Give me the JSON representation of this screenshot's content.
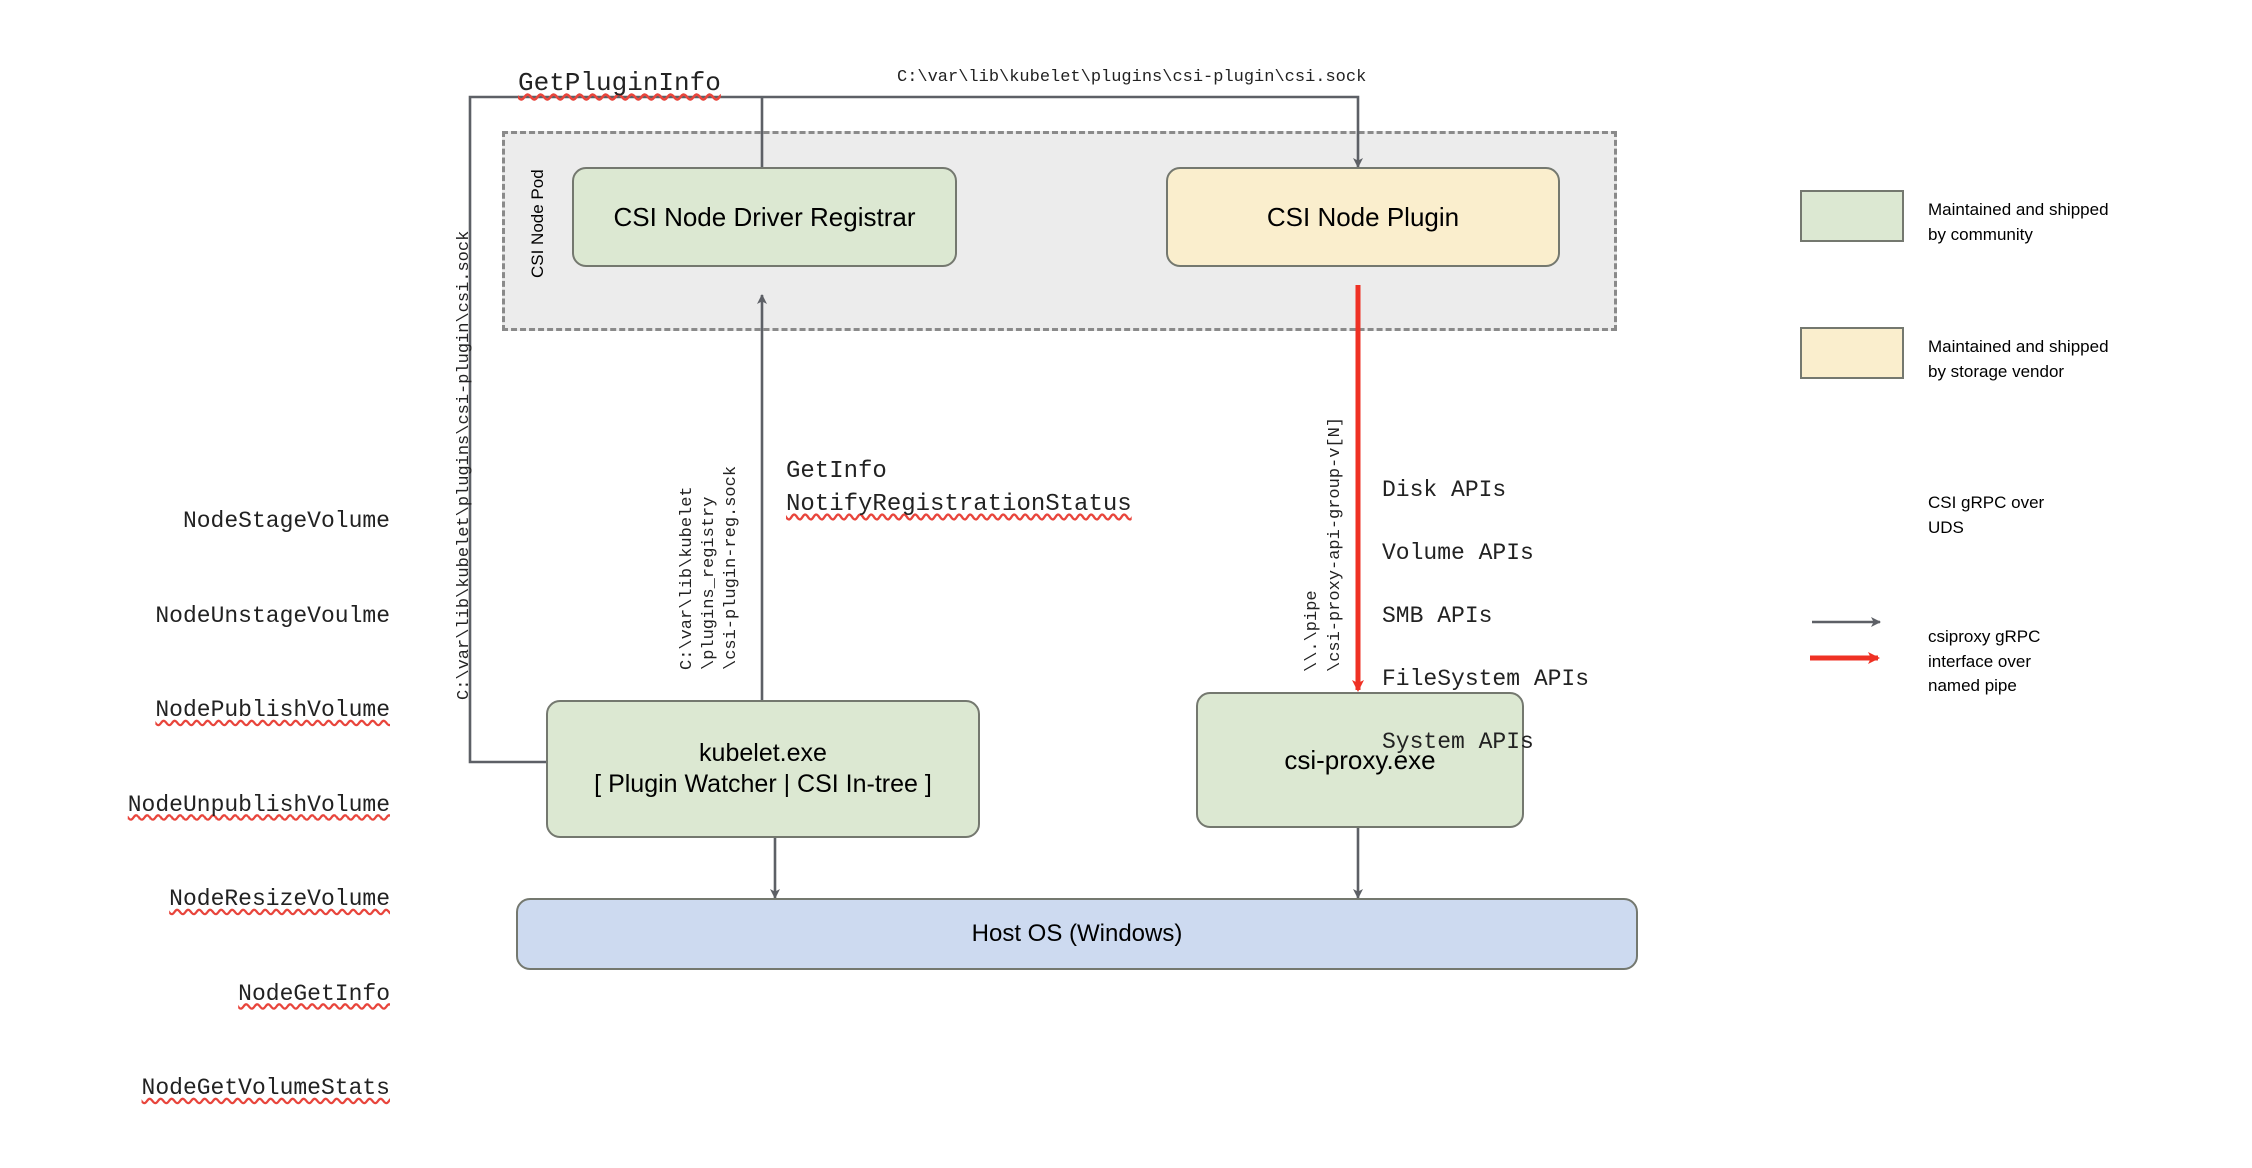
{
  "diagram": {
    "title_hidden": "",
    "pod": {
      "label": "CSI Node Pod"
    },
    "nodes": {
      "registrar": {
        "label": "CSI Node Driver Registrar",
        "fill": "#dce8d2"
      },
      "node_plugin": {
        "label": "CSI Node Plugin",
        "fill": "#faeecd"
      },
      "kubelet": {
        "label": "kubelet.exe\n[ Plugin Watcher | CSI In-tree ]",
        "fill": "#dce8d2"
      },
      "csi_proxy": {
        "label": "csi-proxy.exe",
        "fill": "#dce8d2"
      },
      "host_os": {
        "label": "Host OS (Windows)",
        "fill": "#cddaf0"
      }
    },
    "labels": {
      "get_plugin_info": "GetPluginInfo",
      "csi_sock_path_top": "C:\\var\\lib\\kubelet\\plugins\\csi-plugin\\csi.sock",
      "csi_sock_path_left": "C:\\var\\lib\\kubelet\\plugins\\csi-plugin\\csi.sock",
      "registry_path": "C:\\var\\lib\\kubelet\n\\plugins_registry\n\\csi-plugin-reg.sock",
      "registry_path_line1": "C:\\var\\lib\\kubelet",
      "registry_path_line2": "\\plugins_registry",
      "registry_path_line3": "\\csi-plugin-reg.sock",
      "get_info": "GetInfo",
      "notify_registration_status": "NotifyRegistrationStatus",
      "pipe_line1": "\\\\.\\pipe",
      "pipe_line2": "\\csi-proxy-api-group-v[N]"
    },
    "node_rpcs": [
      "NodeStageVolume",
      "NodeUnstageVoulme",
      "NodePublishVolume",
      "NodeUnpublishVolume",
      "NodeResizeVolume",
      "NodeGetInfo",
      "NodeGetVolumeStats"
    ],
    "proxy_apis": [
      "Disk APIs",
      "Volume APIs",
      "SMB APIs",
      "FileSystem APIs",
      "System APIs"
    ],
    "legend": {
      "swatches": [
        {
          "color": "#dce8d2",
          "text": "Maintained and shipped\nby community"
        },
        {
          "color": "#faeecd",
          "text": "Maintained and shipped\nby storage vendor"
        }
      ],
      "arrows": [
        {
          "color": "#5d6066",
          "text": "CSI gRPC over\nUDS"
        },
        {
          "color": "#ef3124",
          "text": "csiproxy gRPC\ninterface over\nnamed pipe"
        }
      ]
    },
    "colors": {
      "edge_gray": "#5d6066",
      "edge_red": "#ef3124",
      "node_border": "#74786f",
      "pod_fill": "#ececec",
      "pod_border": "#8a8a8a",
      "spellcheck_red": "#e8453c"
    }
  }
}
